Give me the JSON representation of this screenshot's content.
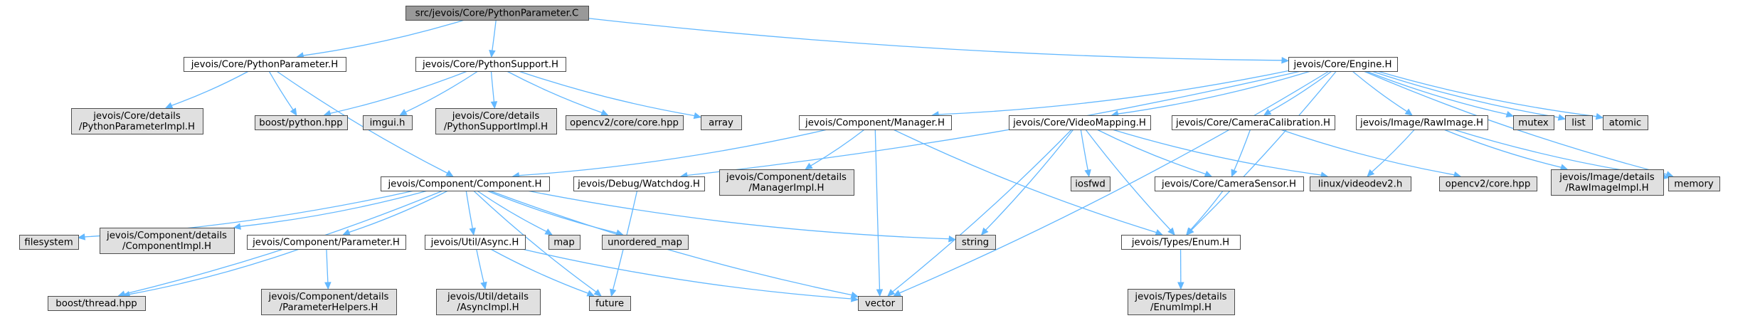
{
  "colors": {
    "root_fill": "#999999",
    "documented_fill": "#ffffff",
    "external_fill": "#e0e0e0",
    "border": "#4d4d4d",
    "edge": "#63b8ff"
  },
  "nodes": [
    {
      "id": "root",
      "lines": [
        "src/jevois/Core/PythonParameter.C"
      ],
      "kind": "root"
    },
    {
      "id": "pp_h",
      "lines": [
        "jevois/Core/PythonParameter.H"
      ],
      "kind": "documented"
    },
    {
      "id": "ps_h",
      "lines": [
        "jevois/Core/PythonSupport.H"
      ],
      "kind": "documented"
    },
    {
      "id": "engine",
      "lines": [
        "jevois/Core/Engine.H"
      ],
      "kind": "documented"
    },
    {
      "id": "ppimpl",
      "lines": [
        "jevois/Core/details",
        "/PythonParameterImpl.H"
      ],
      "kind": "external"
    },
    {
      "id": "boostpy",
      "lines": [
        "boost/python.hpp"
      ],
      "kind": "external"
    },
    {
      "id": "imgui",
      "lines": [
        "imgui.h"
      ],
      "kind": "external"
    },
    {
      "id": "psimpl",
      "lines": [
        "jevois/Core/details",
        "/PythonSupportImpl.H"
      ],
      "kind": "external"
    },
    {
      "id": "cvcore",
      "lines": [
        "opencv2/core/core.hpp"
      ],
      "kind": "external"
    },
    {
      "id": "array",
      "lines": [
        "array"
      ],
      "kind": "external"
    },
    {
      "id": "manager",
      "lines": [
        "jevois/Component/Manager.H"
      ],
      "kind": "documented"
    },
    {
      "id": "videomap",
      "lines": [
        "jevois/Core/VideoMapping.H"
      ],
      "kind": "documented"
    },
    {
      "id": "camcal",
      "lines": [
        "jevois/Core/CameraCalibration.H"
      ],
      "kind": "documented"
    },
    {
      "id": "rawimg",
      "lines": [
        "jevois/Image/RawImage.H"
      ],
      "kind": "documented"
    },
    {
      "id": "mutex",
      "lines": [
        "mutex"
      ],
      "kind": "external"
    },
    {
      "id": "list",
      "lines": [
        "list"
      ],
      "kind": "external"
    },
    {
      "id": "atomic",
      "lines": [
        "atomic"
      ],
      "kind": "external"
    },
    {
      "id": "component",
      "lines": [
        "jevois/Component/Component.H"
      ],
      "kind": "documented"
    },
    {
      "id": "watchdog",
      "lines": [
        "jevois/Debug/Watchdog.H"
      ],
      "kind": "documented"
    },
    {
      "id": "mgrimpl",
      "lines": [
        "jevois/Component/details",
        "/ManagerImpl.H"
      ],
      "kind": "external"
    },
    {
      "id": "iosfwd",
      "lines": [
        "iosfwd"
      ],
      "kind": "external"
    },
    {
      "id": "camsensor",
      "lines": [
        "jevois/Core/CameraSensor.H"
      ],
      "kind": "documented"
    },
    {
      "id": "videodev2",
      "lines": [
        "linux/videodev2.h"
      ],
      "kind": "external"
    },
    {
      "id": "cvcore2",
      "lines": [
        "opencv2/core.hpp"
      ],
      "kind": "external"
    },
    {
      "id": "rawimgimpl",
      "lines": [
        "jevois/Image/details",
        "/RawImageImpl.H"
      ],
      "kind": "external"
    },
    {
      "id": "memory",
      "lines": [
        "memory"
      ],
      "kind": "external"
    },
    {
      "id": "filesystem",
      "lines": [
        "filesystem"
      ],
      "kind": "external"
    },
    {
      "id": "compimpl",
      "lines": [
        "jevois/Component/details",
        "/ComponentImpl.H"
      ],
      "kind": "external"
    },
    {
      "id": "parameter",
      "lines": [
        "jevois/Component/Parameter.H"
      ],
      "kind": "documented"
    },
    {
      "id": "async",
      "lines": [
        "jevois/Util/Async.H"
      ],
      "kind": "documented"
    },
    {
      "id": "map",
      "lines": [
        "map"
      ],
      "kind": "external"
    },
    {
      "id": "unordered_map",
      "lines": [
        "unordered_map"
      ],
      "kind": "external"
    },
    {
      "id": "string",
      "lines": [
        "string"
      ],
      "kind": "external"
    },
    {
      "id": "enum",
      "lines": [
        "jevois/Types/Enum.H"
      ],
      "kind": "documented"
    },
    {
      "id": "boostthread",
      "lines": [
        "boost/thread.hpp"
      ],
      "kind": "external"
    },
    {
      "id": "paramhelpers",
      "lines": [
        "jevois/Component/details",
        "/ParameterHelpers.H"
      ],
      "kind": "external"
    },
    {
      "id": "asyncimpl",
      "lines": [
        "jevois/Util/details",
        "/AsyncImpl.H"
      ],
      "kind": "external"
    },
    {
      "id": "future",
      "lines": [
        "future"
      ],
      "kind": "external"
    },
    {
      "id": "vector",
      "lines": [
        "vector"
      ],
      "kind": "external"
    },
    {
      "id": "enumimpl",
      "lines": [
        "jevois/Types/details",
        "/EnumImpl.H"
      ],
      "kind": "external"
    }
  ],
  "edges": [
    [
      "root",
      "pp_h"
    ],
    [
      "root",
      "ps_h"
    ],
    [
      "root",
      "engine"
    ],
    [
      "pp_h",
      "ppimpl"
    ],
    [
      "pp_h",
      "boostpy"
    ],
    [
      "pp_h",
      "component"
    ],
    [
      "ps_h",
      "boostpy"
    ],
    [
      "ps_h",
      "imgui"
    ],
    [
      "ps_h",
      "psimpl"
    ],
    [
      "ps_h",
      "cvcore"
    ],
    [
      "ps_h",
      "array"
    ],
    [
      "engine",
      "manager"
    ],
    [
      "engine",
      "videomap"
    ],
    [
      "engine",
      "camcal"
    ],
    [
      "engine",
      "rawimg"
    ],
    [
      "engine",
      "mutex"
    ],
    [
      "engine",
      "list"
    ],
    [
      "engine",
      "atomic"
    ],
    [
      "engine",
      "memory"
    ],
    [
      "engine",
      "watchdog"
    ],
    [
      "engine",
      "vector"
    ],
    [
      "engine",
      "enum"
    ],
    [
      "manager",
      "component"
    ],
    [
      "manager",
      "mgrimpl"
    ],
    [
      "manager",
      "vector"
    ],
    [
      "manager",
      "enum"
    ],
    [
      "videomap",
      "iosfwd"
    ],
    [
      "videomap",
      "camsensor"
    ],
    [
      "videomap",
      "videodev2"
    ],
    [
      "videomap",
      "string"
    ],
    [
      "videomap",
      "vector"
    ],
    [
      "videomap",
      "enum"
    ],
    [
      "camcal",
      "camsensor"
    ],
    [
      "camcal",
      "cvcore2"
    ],
    [
      "rawimg",
      "videodev2"
    ],
    [
      "rawimg",
      "rawimgimpl"
    ],
    [
      "rawimg",
      "memory"
    ],
    [
      "camsensor",
      "enum"
    ],
    [
      "watchdog",
      "future"
    ],
    [
      "component",
      "filesystem"
    ],
    [
      "component",
      "compimpl"
    ],
    [
      "component",
      "parameter"
    ],
    [
      "component",
      "async"
    ],
    [
      "component",
      "map"
    ],
    [
      "component",
      "unordered_map"
    ],
    [
      "component",
      "string"
    ],
    [
      "component",
      "vector"
    ],
    [
      "component",
      "future"
    ],
    [
      "component",
      "boostthread"
    ],
    [
      "parameter",
      "boostthread"
    ],
    [
      "parameter",
      "paramhelpers"
    ],
    [
      "async",
      "asyncimpl"
    ],
    [
      "async",
      "future"
    ],
    [
      "async",
      "vector"
    ],
    [
      "enum",
      "enumimpl"
    ]
  ]
}
